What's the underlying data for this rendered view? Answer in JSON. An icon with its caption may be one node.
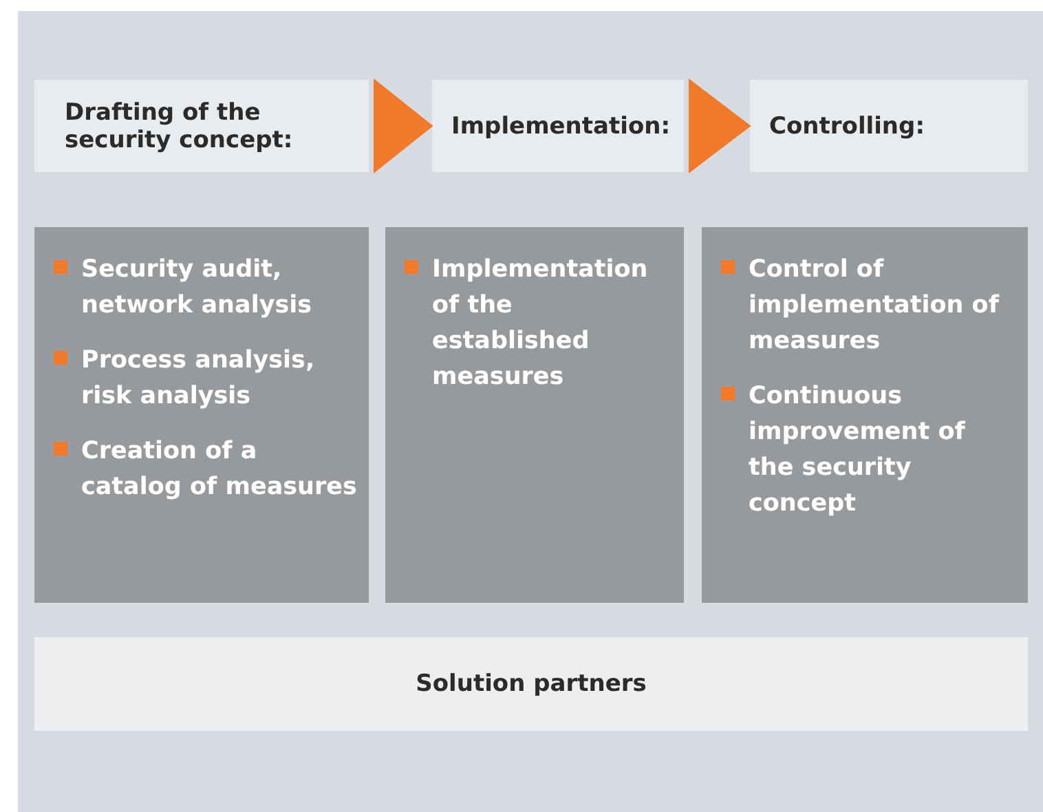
{
  "diagram": {
    "nodes": [
      {
        "text": [
          "Drafting of the security concept:"
        ]
      },
      {
        "text": [
          "Implementation:"
        ]
      },
      {
        "text": [
          "Controlling:"
        ]
      },
      {
        "text": [
          "Security audit, network analysis",
          "Process analysis, risk analysis",
          "Creation of a catalog of measures"
        ]
      },
      {
        "text": [
          "Implementation of the established measures"
        ]
      },
      {
        "text": [
          "Control of implementation of measures",
          "Continuous improvement of the security concept"
        ]
      },
      {
        "text": [
          "Solution partners"
        ]
      }
    ],
    "edges": [
      {
        "from": 0,
        "to": 1,
        "arrow": "to"
      },
      {
        "from": 1,
        "to": 2,
        "arrow": "to"
      }
    ]
  }
}
